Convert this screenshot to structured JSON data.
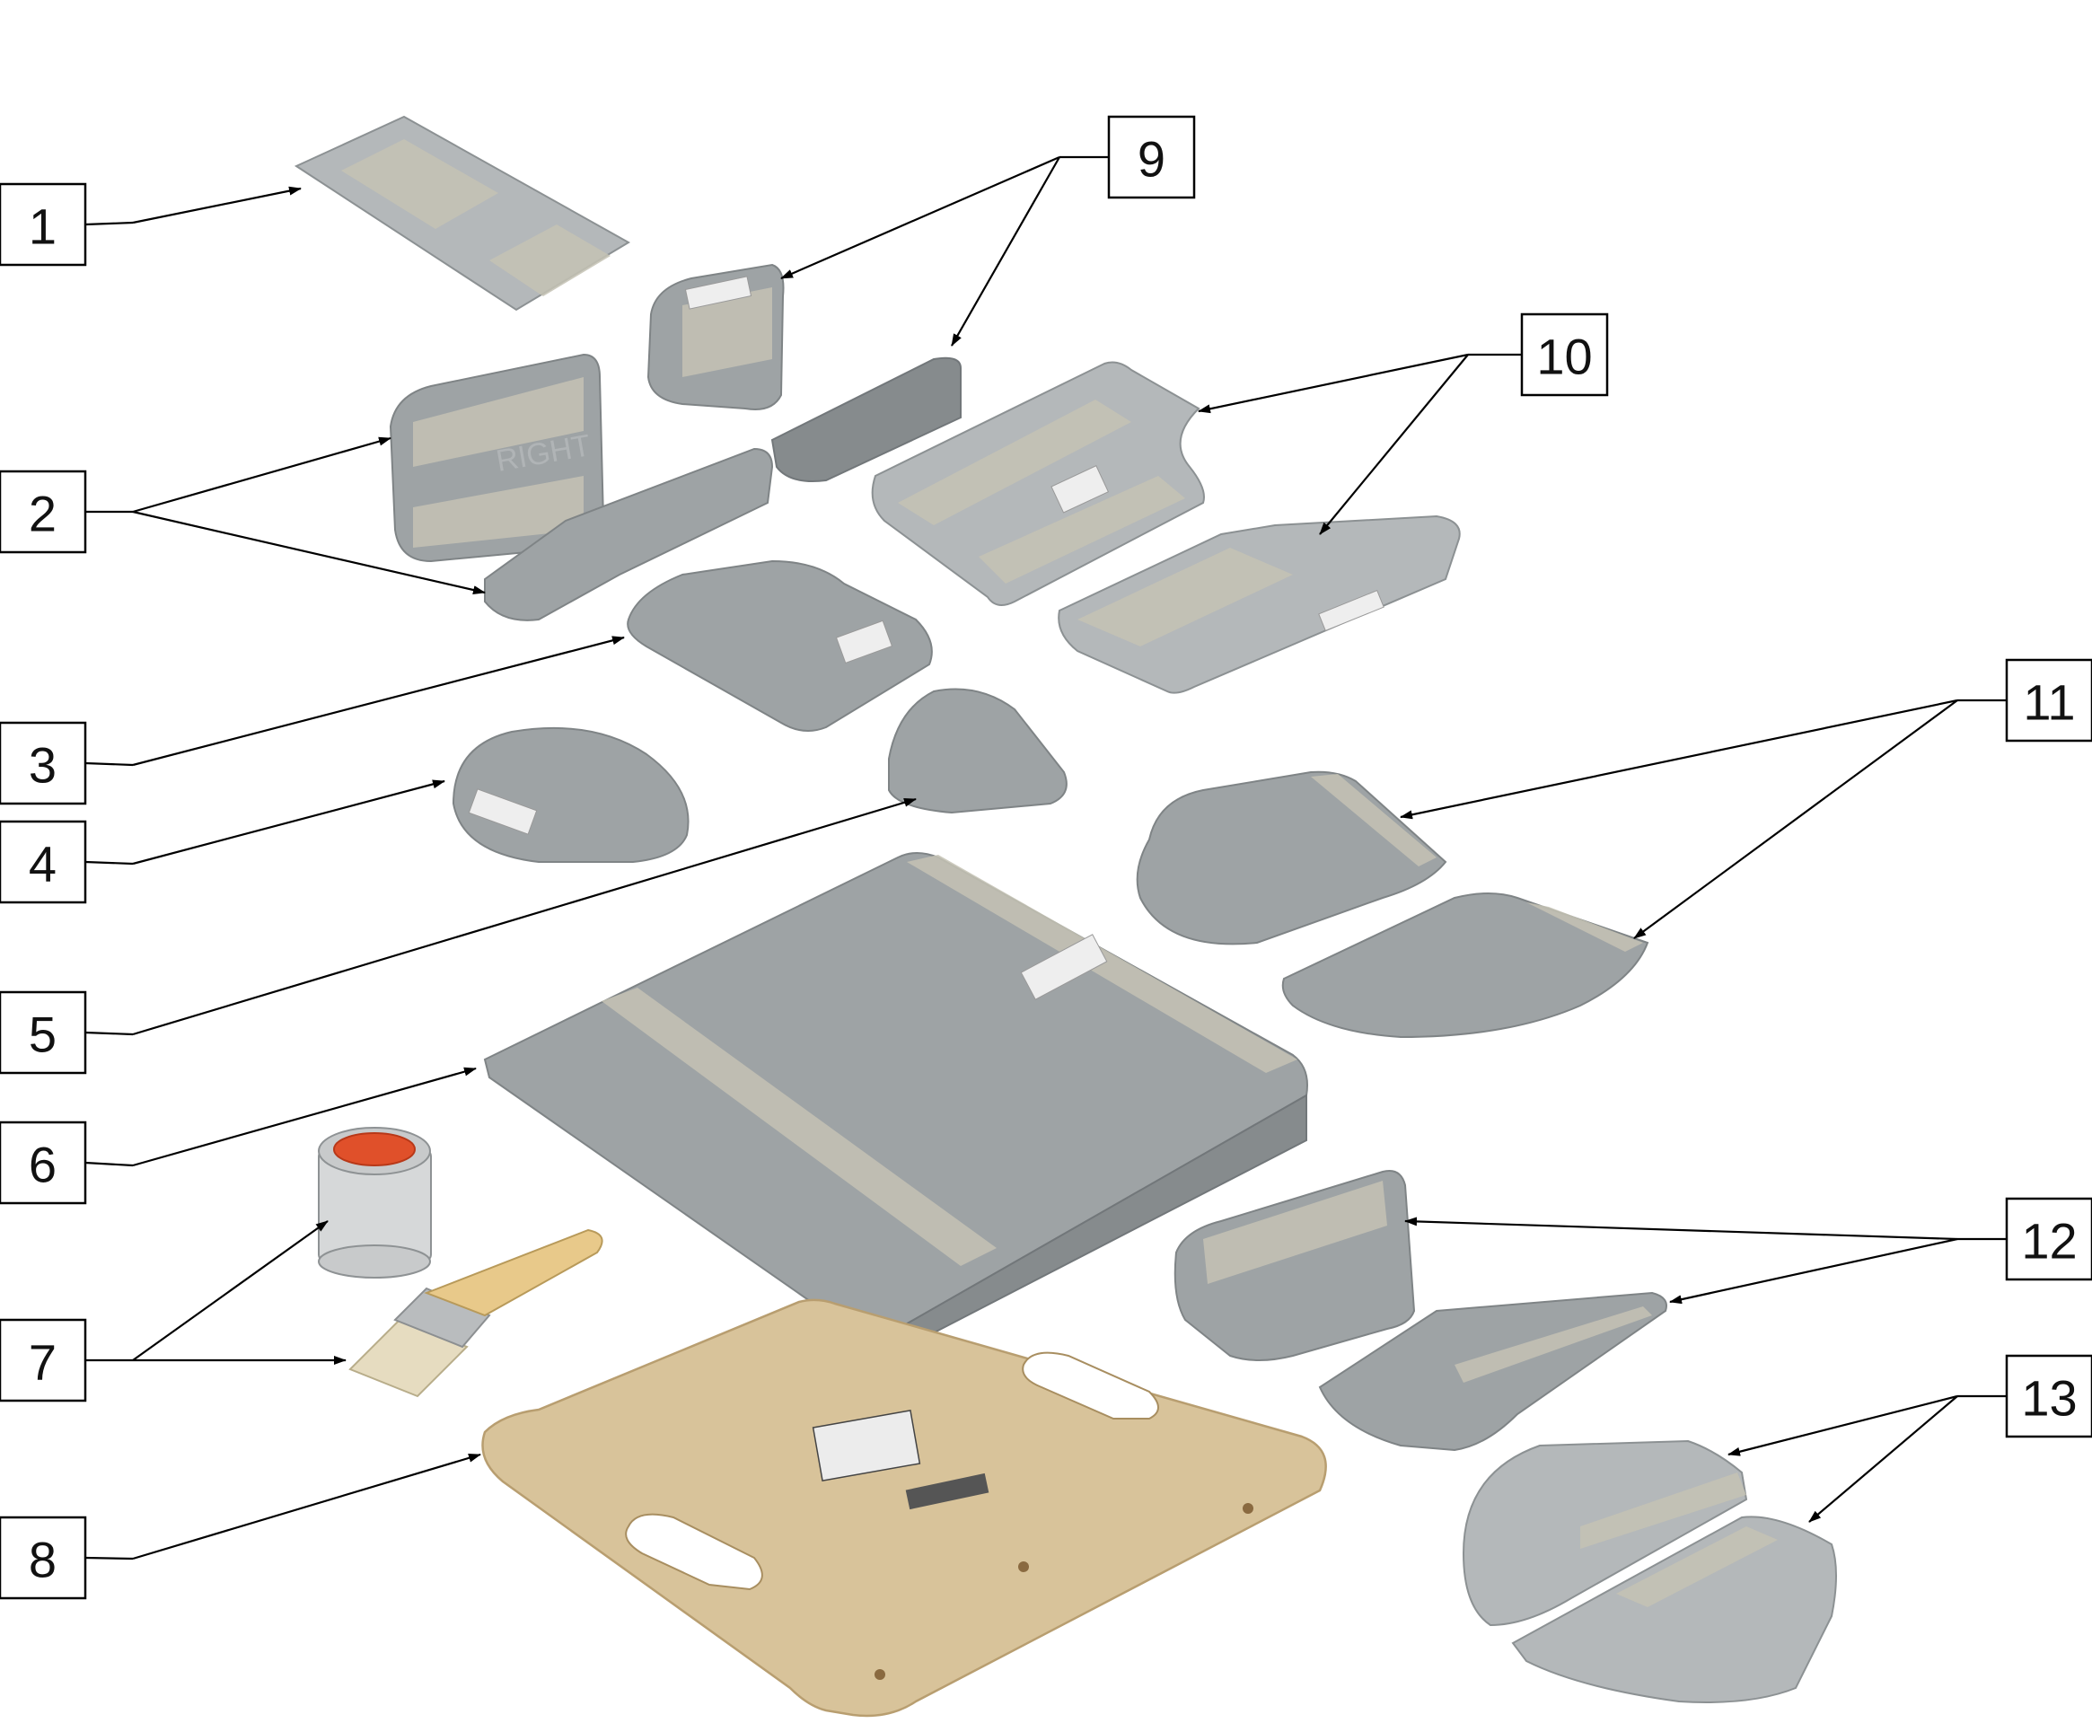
{
  "diagram": {
    "colors": {
      "foam": "#9ea3a5",
      "wood": "#d8c39a",
      "can_lid": "#e0502a",
      "brush_handle": "#e8c98a"
    },
    "callouts": [
      {
        "id": "1",
        "label": "1"
      },
      {
        "id": "2",
        "label": "2"
      },
      {
        "id": "3",
        "label": "3"
      },
      {
        "id": "4",
        "label": "4"
      },
      {
        "id": "5",
        "label": "5"
      },
      {
        "id": "6",
        "label": "6"
      },
      {
        "id": "7",
        "label": "7"
      },
      {
        "id": "8",
        "label": "8"
      },
      {
        "id": "9",
        "label": "9"
      },
      {
        "id": "10",
        "label": "10"
      },
      {
        "id": "11",
        "label": "11"
      },
      {
        "id": "12",
        "label": "12"
      },
      {
        "id": "13",
        "label": "13"
      }
    ],
    "part_markings": {
      "right_text": "RIGHT"
    }
  }
}
